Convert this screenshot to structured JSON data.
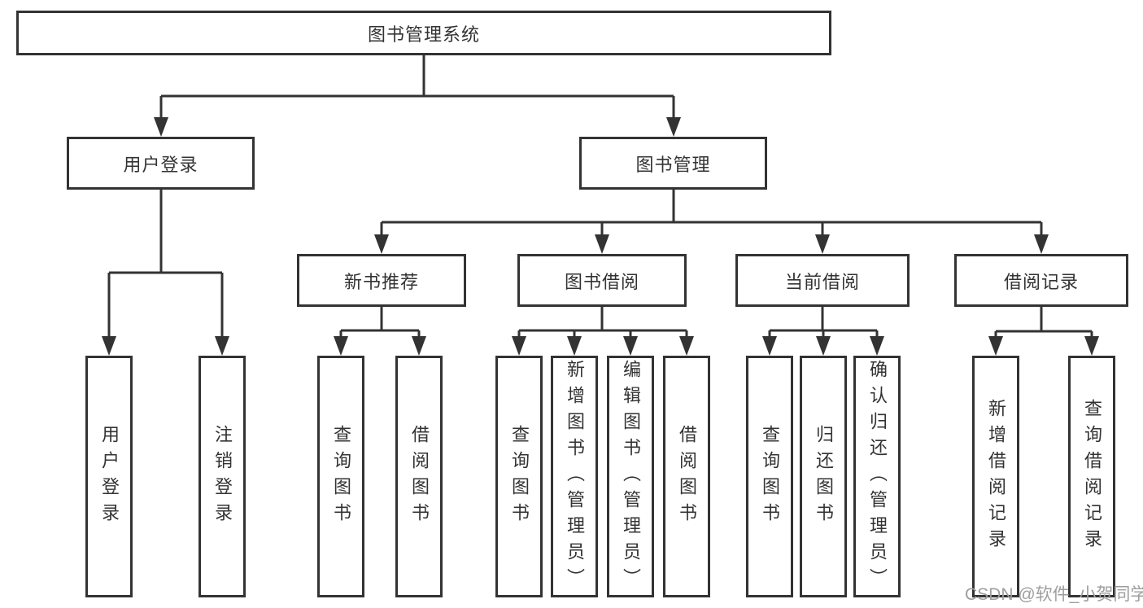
{
  "diagram": {
    "root": {
      "label": "图书管理系统"
    },
    "level2": [
      {
        "label": "用户登录"
      },
      {
        "label": "图书管理"
      }
    ],
    "level3": [
      {
        "label": "新书推荐"
      },
      {
        "label": "图书借阅"
      },
      {
        "label": "当前借阅"
      },
      {
        "label": "借阅记录"
      }
    ],
    "leaves": {
      "user_login": [
        {
          "label": "用户登录"
        },
        {
          "label": "注销登录"
        }
      ],
      "new_book": [
        {
          "label": "查询图书"
        },
        {
          "label": "借阅图书"
        }
      ],
      "book_borrow": [
        {
          "label": "查询图书"
        },
        {
          "label": "新增图书（管理员）"
        },
        {
          "label": "编辑图书（管理员）"
        },
        {
          "label": "借阅图书"
        }
      ],
      "current_borrow": [
        {
          "label": "查询图书"
        },
        {
          "label": "归还图书"
        },
        {
          "label": "确认归还（管理员）"
        }
      ],
      "borrow_records": [
        {
          "label": "新增借阅记录"
        },
        {
          "label": "查询借阅记录"
        }
      ]
    }
  },
  "watermark": {
    "text": "CSDN @软件_小贺同学"
  },
  "colors": {
    "line": "#333333",
    "text": "#333333",
    "watermark": "#9e9e9e",
    "background": "#ffffff"
  }
}
